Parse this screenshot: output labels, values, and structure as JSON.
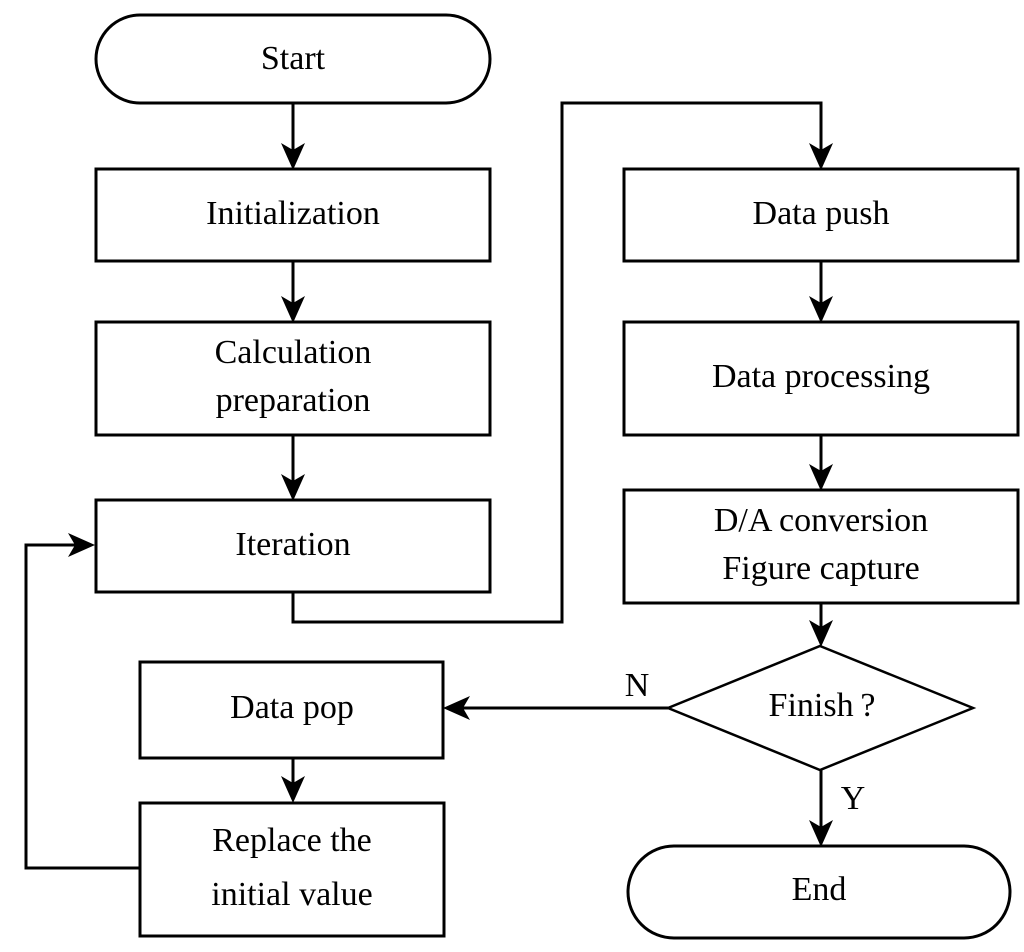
{
  "diagram": {
    "type": "flowchart",
    "title": "",
    "background_color": "#ffffff",
    "line_color": "#000000",
    "text_color": "#000000",
    "nodes": {
      "start": {
        "label": "Start",
        "shape": "terminator"
      },
      "initialization": {
        "label": "Initialization",
        "shape": "process"
      },
      "calculation_preparation": {
        "label_line1": "Calculation",
        "label_line2": "preparation",
        "shape": "process"
      },
      "iteration": {
        "label": "Iteration",
        "shape": "process"
      },
      "data_push": {
        "label": "Data push",
        "shape": "process"
      },
      "data_processing": {
        "label": "Data processing",
        "shape": "process"
      },
      "da_conversion": {
        "label_line1": "D/A conversion",
        "label_line2": "Figure capture",
        "shape": "process"
      },
      "finish_decision": {
        "label": "Finish ?",
        "shape": "decision"
      },
      "data_pop": {
        "label": "Data pop",
        "shape": "process"
      },
      "replace_initial_value": {
        "label_line1": "Replace the",
        "label_line2": "initial value",
        "shape": "process"
      },
      "end": {
        "label": "End",
        "shape": "terminator"
      }
    },
    "edge_labels": {
      "decision_no": "N",
      "decision_yes": "Y"
    },
    "edges": [
      {
        "from": "start",
        "to": "initialization",
        "label": ""
      },
      {
        "from": "initialization",
        "to": "calculation_preparation",
        "label": ""
      },
      {
        "from": "calculation_preparation",
        "to": "iteration",
        "label": ""
      },
      {
        "from": "iteration",
        "to": "data_push",
        "label": ""
      },
      {
        "from": "data_push",
        "to": "data_processing",
        "label": ""
      },
      {
        "from": "data_processing",
        "to": "da_conversion",
        "label": ""
      },
      {
        "from": "da_conversion",
        "to": "finish_decision",
        "label": ""
      },
      {
        "from": "finish_decision",
        "to": "data_pop",
        "label": "N"
      },
      {
        "from": "finish_decision",
        "to": "end",
        "label": "Y"
      },
      {
        "from": "data_pop",
        "to": "replace_initial_value",
        "label": ""
      },
      {
        "from": "replace_initial_value",
        "to": "iteration",
        "label": ""
      }
    ]
  }
}
